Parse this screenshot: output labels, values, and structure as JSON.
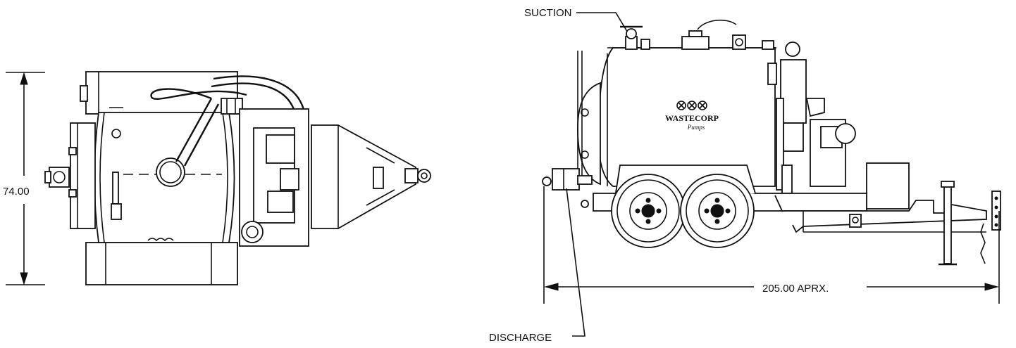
{
  "top_view": {
    "height_dimension": "74.00"
  },
  "side_view": {
    "length_dimension": "205.00 APRX.",
    "suction_label": "SUCTION",
    "discharge_label": "DISCHARGE",
    "brand_line1": "WASTECORP",
    "brand_line2": "Pumps"
  }
}
